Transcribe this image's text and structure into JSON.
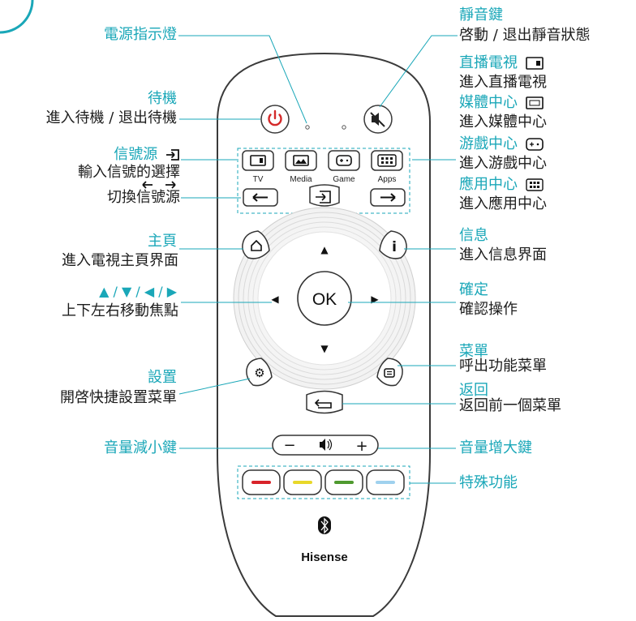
{
  "colors": {
    "accent": "#1aa7b8",
    "power_red": "#d42a2a",
    "color_keys": [
      "#d8232a",
      "#e8d82a",
      "#4f9a2f",
      "#9fd1ee"
    ]
  },
  "remote": {
    "source_key_labels": [
      "TV",
      "Media",
      "Game",
      "Apps"
    ],
    "ok_label": "OK",
    "brand": "Hisense",
    "volume_minus": "−",
    "volume_plus": "+"
  },
  "callouts_left": {
    "power_indicator": {
      "title": "電源指示燈"
    },
    "standby": {
      "title": "待機",
      "desc": "進入待機 / 退出待機"
    },
    "input": {
      "title": "信號源",
      "desc": "輸入信號的選擇",
      "icon": "input-source-icon"
    },
    "switch_input": {
      "desc": "切換信號源",
      "icon": "switch-arrows-icon"
    },
    "home": {
      "title": "主頁",
      "desc": "進入電視主頁界面"
    },
    "navigation": {
      "title": "▲ / ▼ / ◀ / ▶",
      "desc": "上下左右移動焦點"
    },
    "settings": {
      "title": "設置",
      "desc": "開啓快捷設置菜單"
    },
    "volume_down": {
      "title": "音量減小鍵"
    }
  },
  "callouts_right": {
    "mute": {
      "title": "靜音鍵",
      "desc": "啓動 / 退出靜音狀態"
    },
    "live_tv": {
      "title": "直播電視",
      "desc": "進入直播電視",
      "icon": "tv-icon"
    },
    "media": {
      "title": "媒體中心",
      "desc": "進入媒體中心",
      "icon": "media-icon"
    },
    "game": {
      "title": "游戲中心",
      "desc": "進入游戲中心",
      "icon": "gamepad-icon"
    },
    "apps": {
      "title": "應用中心",
      "desc": "進入應用中心",
      "icon": "apps-grid-icon"
    },
    "info": {
      "title": "信息",
      "desc": "進入信息界面"
    },
    "confirm": {
      "title": "確定",
      "desc": "確認操作"
    },
    "menu": {
      "title": "菜單",
      "desc": "呼出功能菜單"
    },
    "back": {
      "title": "返回",
      "desc": "返回前一個菜單"
    },
    "volume_up": {
      "title": "音量增大鍵"
    },
    "special": {
      "title": "特殊功能"
    }
  }
}
